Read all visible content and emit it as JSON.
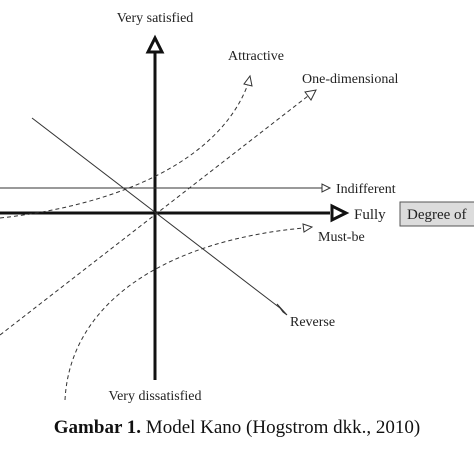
{
  "axes": {
    "top_label": "Very satisfied",
    "bottom_label": "Very dissatisfied",
    "right_label": "Fully",
    "box_label": "Degree of"
  },
  "curves": {
    "attractive": "Attractive",
    "one_dimensional": "One-dimensional",
    "indifferent": "Indifferent",
    "must_be": "Must-be",
    "reverse": "Reverse"
  },
  "caption": {
    "prefix": "Gambar 1.",
    "text": " Model Kano (Hogstrom dkk., 2010)"
  },
  "colors": {
    "line": "#111111",
    "box_fill": "#dcdcdc",
    "box_stroke": "#555555"
  }
}
